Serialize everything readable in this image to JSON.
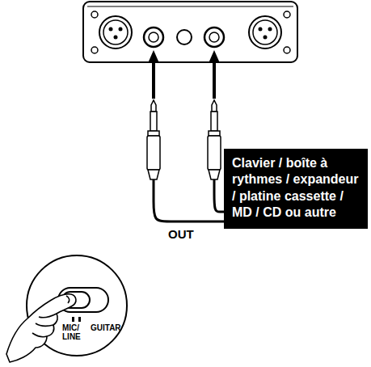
{
  "diagram": {
    "nodes": [
      {
        "text": [
          "Clavier / boîte à rythmes / expandeur / platine cassette / MD / CD ou autre"
        ]
      }
    ],
    "labels": [
      "OUT",
      "MIC/ LINE",
      "GUITAR"
    ]
  }
}
